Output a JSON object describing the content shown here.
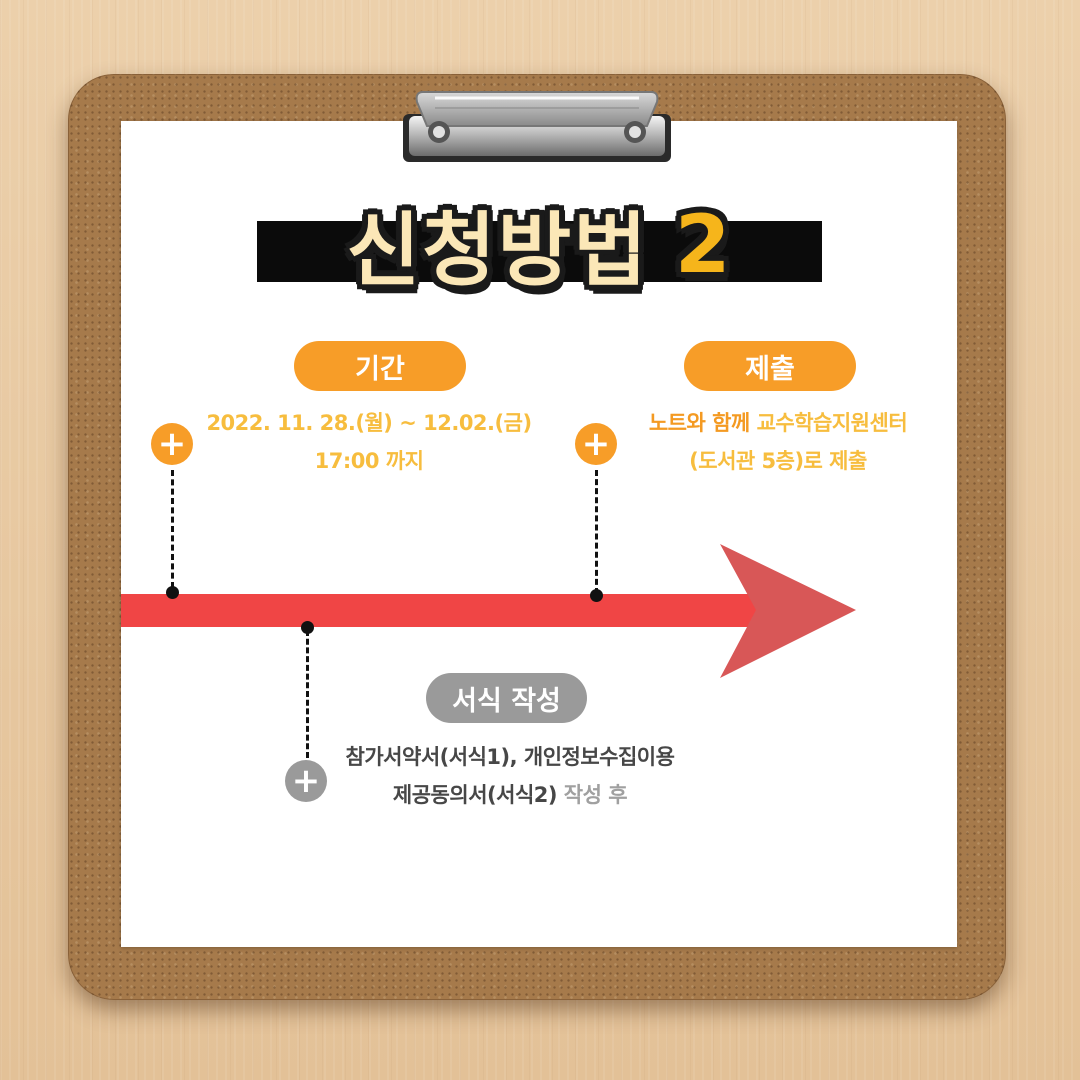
{
  "title": {
    "text": "신청방법",
    "number": "2"
  },
  "steps": {
    "period": {
      "label": "기간",
      "line1": "2022. 11. 28.(월) ~ 12.02.(금)",
      "line2": "17:00 까지"
    },
    "submit": {
      "label": "제출",
      "line1_a": "노트와 함께 ",
      "line1_b": "교수학습지원센터",
      "line2": "(도서관 5층)로 제출"
    },
    "form": {
      "label": "서식 작성",
      "line1": "참가서약서(서식1), 개인정보수집이용",
      "line2_a": "제공동의서(서식2) ",
      "line2_b": "작성 후"
    }
  },
  "plus_symbol": "+",
  "colors": {
    "accent_orange": "#f79d28",
    "text_yellow": "#f7bd3e",
    "arrow_red": "#f04545",
    "title_fill": "#fbe7b7",
    "title_number": "#f6b51b",
    "pill_gray": "#9a9a9a",
    "board_brown": "#a67a4b"
  },
  "icons": [
    "clipboard-clip-icon",
    "plus-icon",
    "timeline-arrow-icon"
  ]
}
